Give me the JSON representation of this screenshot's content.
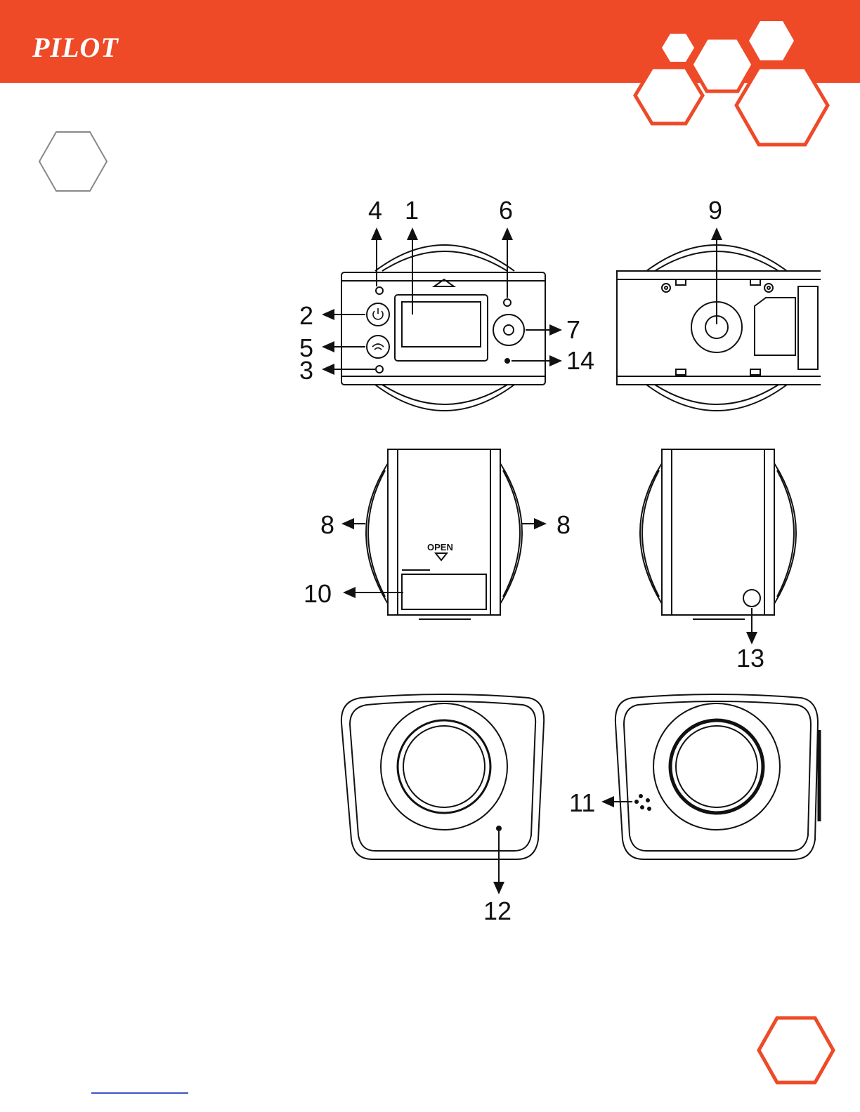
{
  "header": {
    "brand": "PILOT",
    "accent_color": "#ee4a28"
  },
  "diagram": {
    "labels": {
      "l1": "1",
      "l2": "2",
      "l3": "3",
      "l4": "4",
      "l5": "5",
      "l6": "6",
      "l7": "7",
      "l8a": "8",
      "l8b": "8",
      "l9": "9",
      "l10": "10",
      "l11": "11",
      "l12": "12",
      "l13": "13",
      "l14": "14"
    },
    "open_text": "OPEN"
  },
  "icons": [
    "power-icon",
    "wifi-icon",
    "shutter-icon",
    "hexagon-icon"
  ]
}
